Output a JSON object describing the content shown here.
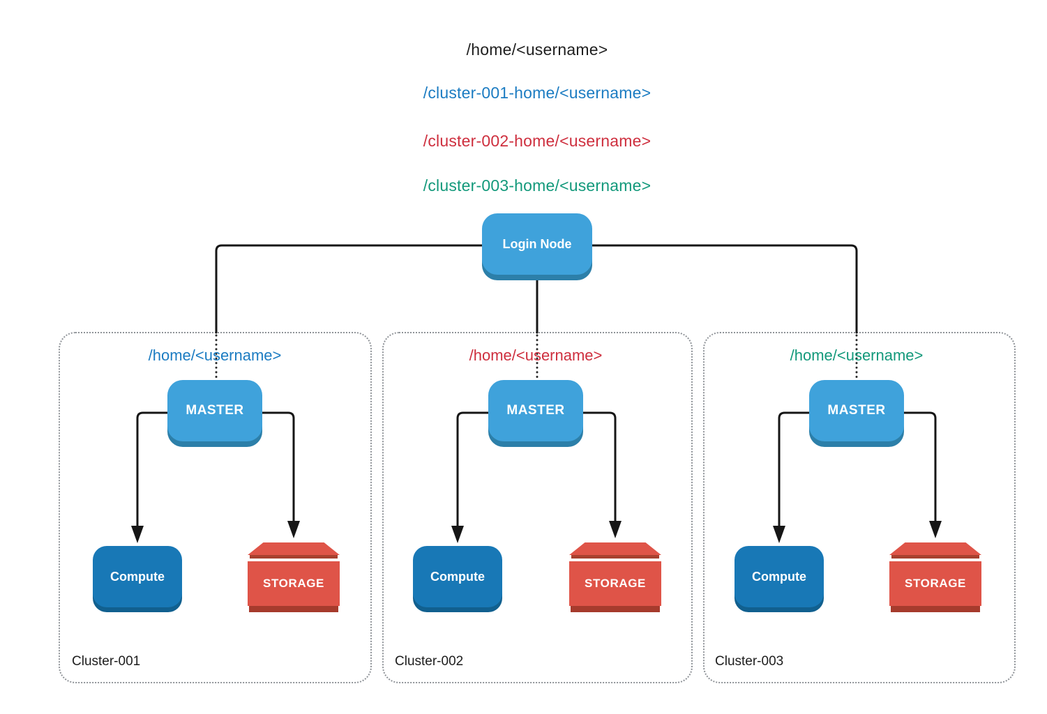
{
  "title_paths": [
    {
      "text": "/home/<username>",
      "color": "#1f1f1f"
    },
    {
      "text": "/cluster-001-home/<username>",
      "color": "#1c7cc2"
    },
    {
      "text": "/cluster-002-home/<username>",
      "color": "#ce2f3e"
    },
    {
      "text": "/cluster-003-home/<username>",
      "color": "#13997b"
    }
  ],
  "login_node": {
    "label": "Login Node"
  },
  "clusters": [
    {
      "name": "Cluster-001",
      "home_label": "/home/<username>",
      "home_color": "#1c7cc2",
      "master": "MASTER",
      "compute": "Compute",
      "storage": "STORAGE"
    },
    {
      "name": "Cluster-002",
      "home_label": "/home/<username>",
      "home_color": "#ce2f3e",
      "master": "MASTER",
      "compute": "Compute",
      "storage": "STORAGE"
    },
    {
      "name": "Cluster-003",
      "home_label": "/home/<username>",
      "home_color": "#13997b",
      "master": "MASTER",
      "compute": "Compute",
      "storage": "STORAGE"
    }
  ],
  "colors": {
    "node_blue": "#3fa2db",
    "node_blue_shadow": "#2c7fa9",
    "compute_blue": "#1878b6",
    "compute_blue_shadow": "#11608f",
    "storage_red": "#df5448",
    "storage_dark": "#a63b2d",
    "line_black": "#161616"
  }
}
